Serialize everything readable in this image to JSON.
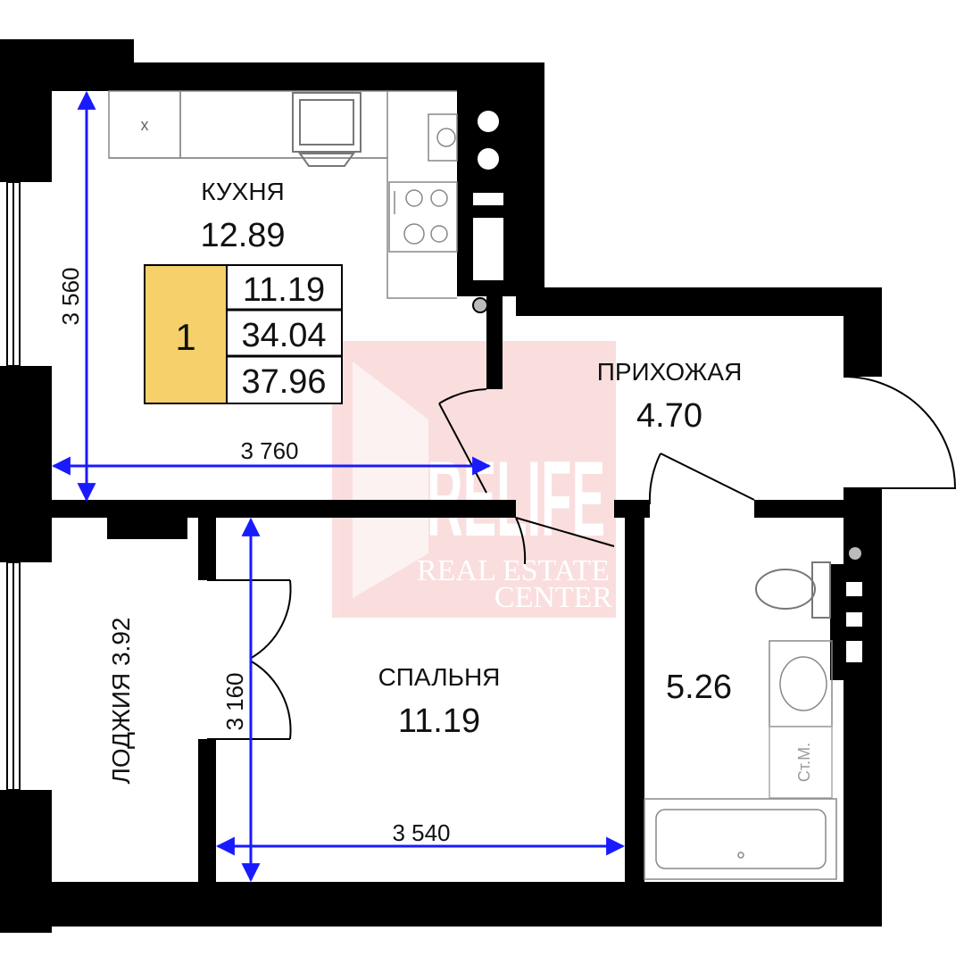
{
  "rooms": {
    "kitchen": {
      "name": "КУХНЯ",
      "area": "12.89"
    },
    "hallway": {
      "name": "ПРИХОЖАЯ",
      "area": "4.70"
    },
    "bedroom": {
      "name": "СПАЛЬНЯ",
      "area": "11.19"
    },
    "bathroom": {
      "area": "5.26"
    },
    "loggia": {
      "label": "ЛОДЖИЯ 3.92"
    }
  },
  "summary": {
    "rooms_count": "1",
    "living_area": "11.19",
    "total_area": "34.04",
    "total_with_loggia": "37.96",
    "highlight_color": "#f5d06b"
  },
  "dimensions": {
    "kitchen_height": "3 560",
    "kitchen_width": "3 760",
    "bedroom_height": "3 160",
    "bedroom_width": "3 540"
  },
  "fixtures": {
    "washing_machine_mark": "x",
    "utility_closet_label": "Ст.М."
  },
  "watermark": {
    "brand": "RELIFE",
    "line1": "REAL ESTATE",
    "line2": "CENTER"
  },
  "colors": {
    "wall": "#000000",
    "dimension": "#1a1aff",
    "watermark": "#e23b3b"
  }
}
